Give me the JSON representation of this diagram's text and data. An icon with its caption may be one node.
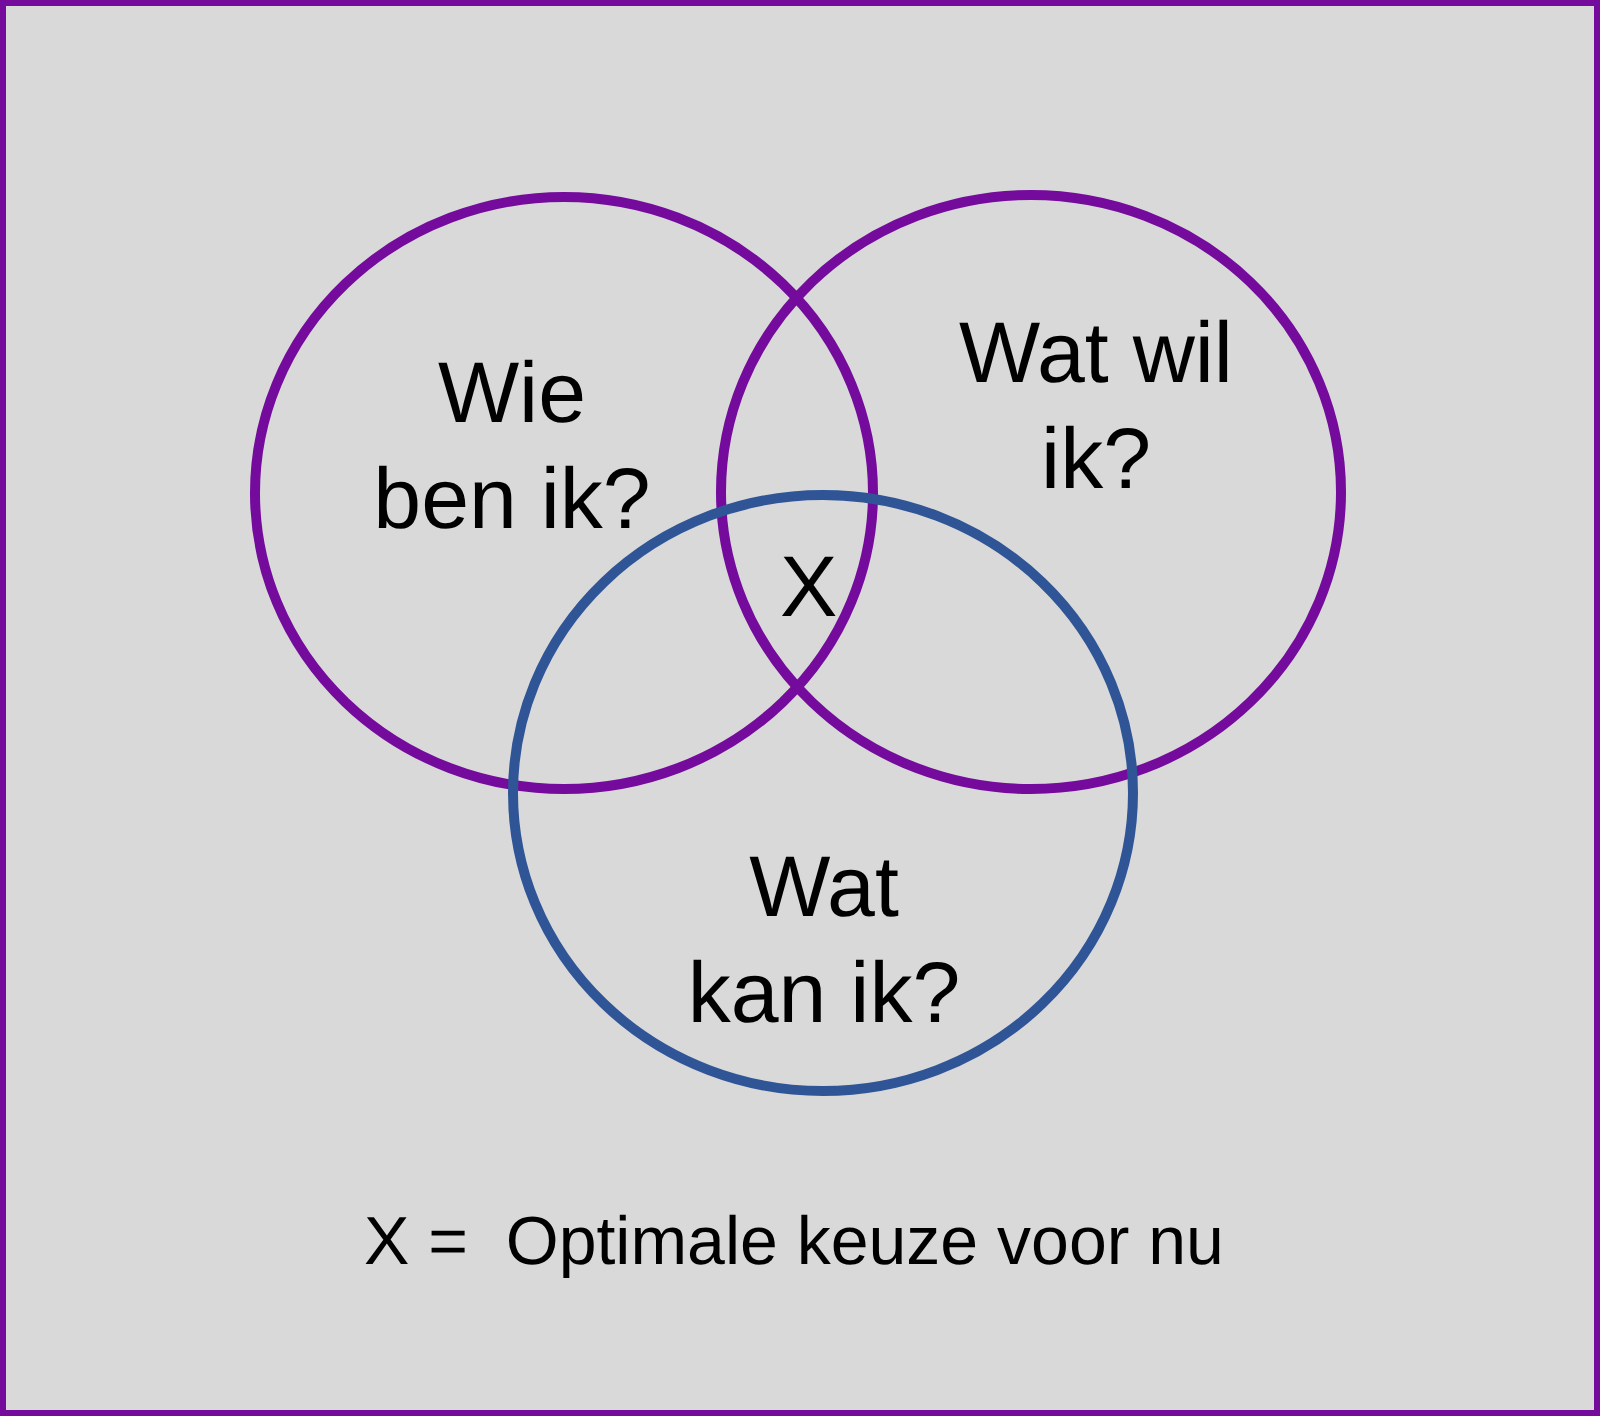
{
  "diagram": {
    "nodes": [
      {
        "text": [
          "Wie ben ik?"
        ]
      },
      {
        "text": [
          "Wat wil ik?"
        ]
      },
      {
        "text": [
          "Wat kan ik?"
        ]
      }
    ],
    "labels": [
      "X",
      "X =  Optimale keuze voor nu"
    ]
  }
}
